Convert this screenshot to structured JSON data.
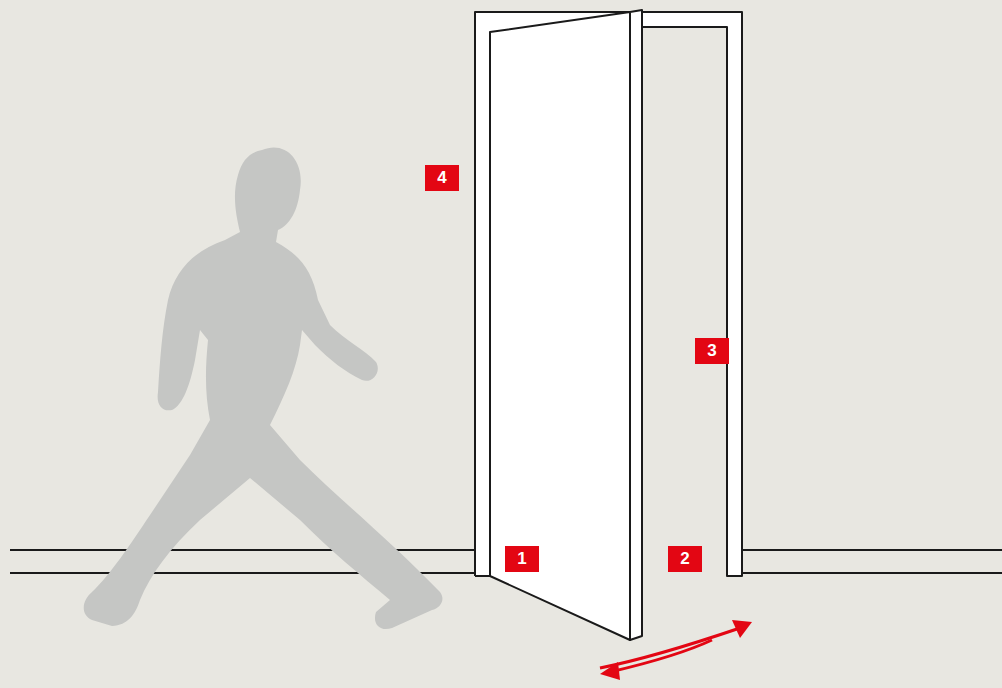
{
  "diagram": {
    "labels": [
      "4",
      "3",
      "1",
      "2"
    ]
  }
}
